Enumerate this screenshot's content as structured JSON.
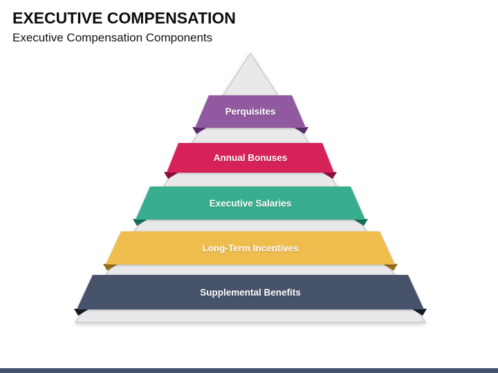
{
  "slide": {
    "title": "EXECUTIVE COMPENSATION",
    "subtitle": "Executive Compensation Components",
    "background_color": "#FFFFFF",
    "footer_bar_color": "#44536B"
  },
  "pyramid": {
    "base_fill_color": "#E9E8EA",
    "base_border_color": "#CBCACE",
    "label_text_color": "#FFFFFF",
    "levels": [
      {
        "label": "Perquisites",
        "color": "#91599F",
        "fold_color": "#5E2F6F"
      },
      {
        "label": "Annual Bonuses",
        "color": "#D62159",
        "fold_color": "#8E113E"
      },
      {
        "label": "Executive Salaries",
        "color": "#39AE8F",
        "fold_color": "#17705A"
      },
      {
        "label": "Long-Term Incentives",
        "color": "#EFBC4E",
        "fold_color": "#96701C"
      },
      {
        "label": "Supplemental Benefits",
        "color": "#46536A",
        "fold_color": "#151B26"
      }
    ]
  }
}
